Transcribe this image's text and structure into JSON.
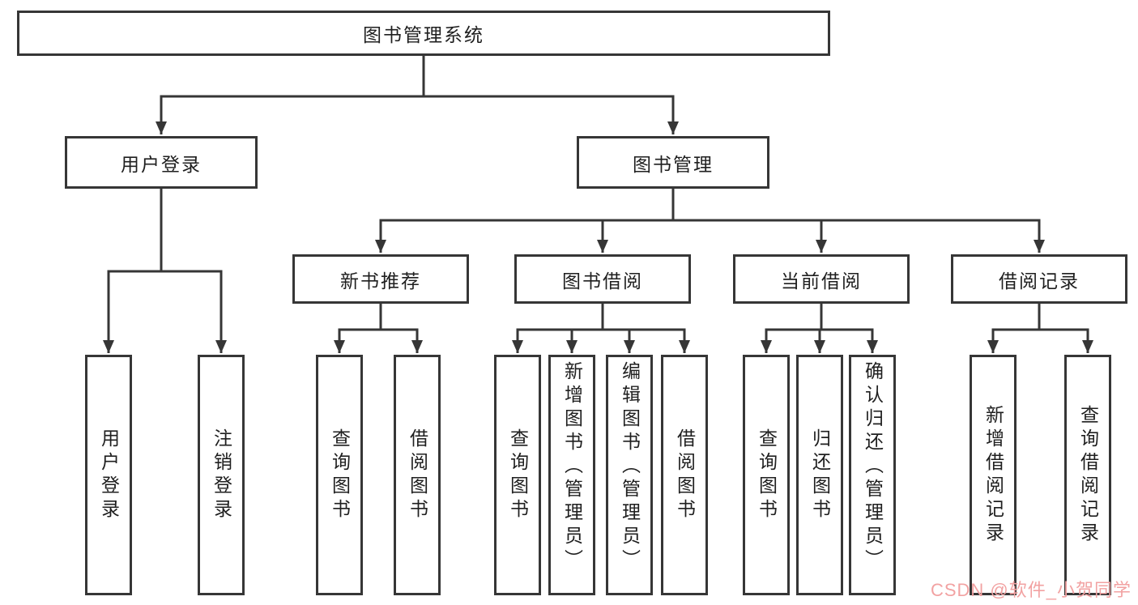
{
  "style": {
    "background": "#ffffff",
    "line_color": "#363636",
    "text_color": "#1f1f1f",
    "watermark_color": "#f2a2a2"
  },
  "watermark": {
    "text": "CSDN @软件_小贺同学"
  },
  "tree": {
    "root": {
      "label": "图书管理系统"
    },
    "level2": [
      {
        "label": "用户登录",
        "children": [
          {
            "label": "用户登录"
          },
          {
            "label": "注销登录"
          }
        ]
      },
      {
        "label": "图书管理",
        "groups": [
          {
            "label": "新书推荐",
            "children": [
              {
                "label": "查询图书"
              },
              {
                "label": "借阅图书"
              }
            ]
          },
          {
            "label": "图书借阅",
            "children": [
              {
                "label": "查询图书"
              },
              {
                "label": "新增图书（管理员）"
              },
              {
                "label": "编辑图书（管理员）"
              },
              {
                "label": "借阅图书"
              }
            ]
          },
          {
            "label": "当前借阅",
            "children": [
              {
                "label": "查询图书"
              },
              {
                "label": "归还图书"
              },
              {
                "label": "确认归还（管理员）"
              }
            ]
          },
          {
            "label": "借阅记录",
            "children": [
              {
                "label": "新增借阅记录"
              },
              {
                "label": "查询借阅记录"
              }
            ]
          }
        ]
      }
    ]
  }
}
